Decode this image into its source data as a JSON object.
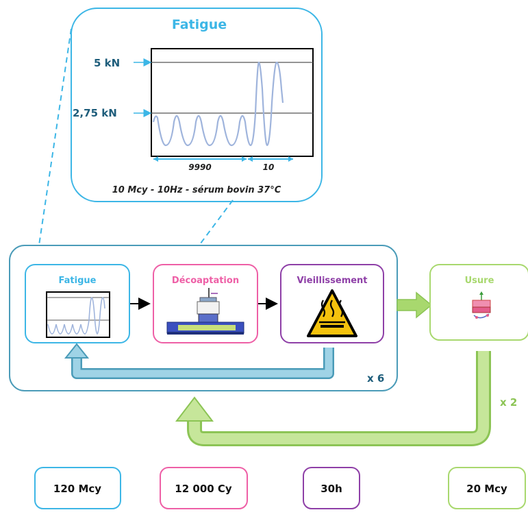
{
  "colors": {
    "fatigue": "#3cb6e6",
    "decoaptation": "#ee5fa6",
    "vieillissement": "#8e3fa7",
    "usure": "#a8d86e",
    "outer_box": "#4a9bb8",
    "return_arrow": "#7ec3db",
    "axis_label": "#1e5d7b",
    "wave": "#9fb4dc",
    "green_arrow": "#a8d86e"
  },
  "zoom": {
    "title": "Fatigue",
    "load_high": "5 kN",
    "load_low": "2,75 kN",
    "cycles_low": "9990",
    "cycles_high": "10",
    "caption": "10 Mcy - 10Hz - sérum bovin 37°C"
  },
  "loop": {
    "repeat_label": "x 6",
    "steps": [
      {
        "label": "Fatigue",
        "icon": "fatigue-wave-icon"
      },
      {
        "label": "Décoaptation",
        "icon": "test-rig-icon"
      },
      {
        "label": "Vieillissement",
        "icon": "hot-surface-warning-icon"
      }
    ]
  },
  "usure": {
    "label": "Usure",
    "icon": "wear-specimen-icon",
    "repeat_label": "x 2"
  },
  "totals": [
    "120 Mcy",
    "12 000 Cy",
    "30h",
    "20 Mcy"
  ]
}
